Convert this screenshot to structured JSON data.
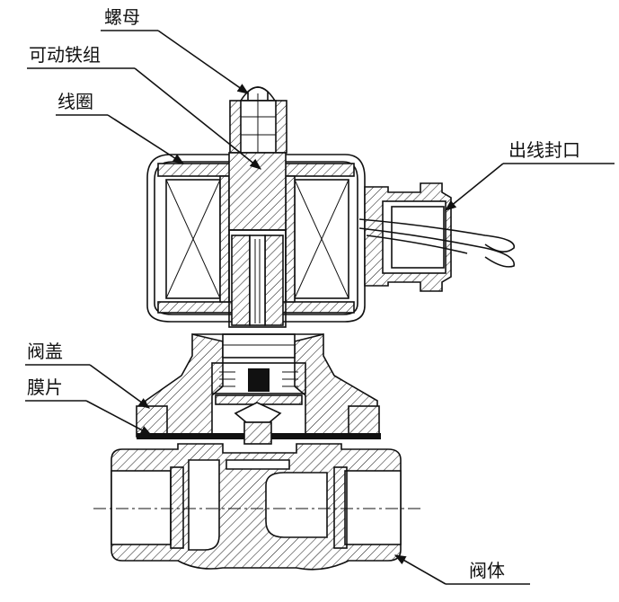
{
  "labels": {
    "nut": "螺母",
    "armature": "可动铁组",
    "coil": "线圈",
    "outlet_seal": "出线封口",
    "bonnet": "阀盖",
    "diaphragm": "膜片",
    "valve_body": "阀体"
  }
}
